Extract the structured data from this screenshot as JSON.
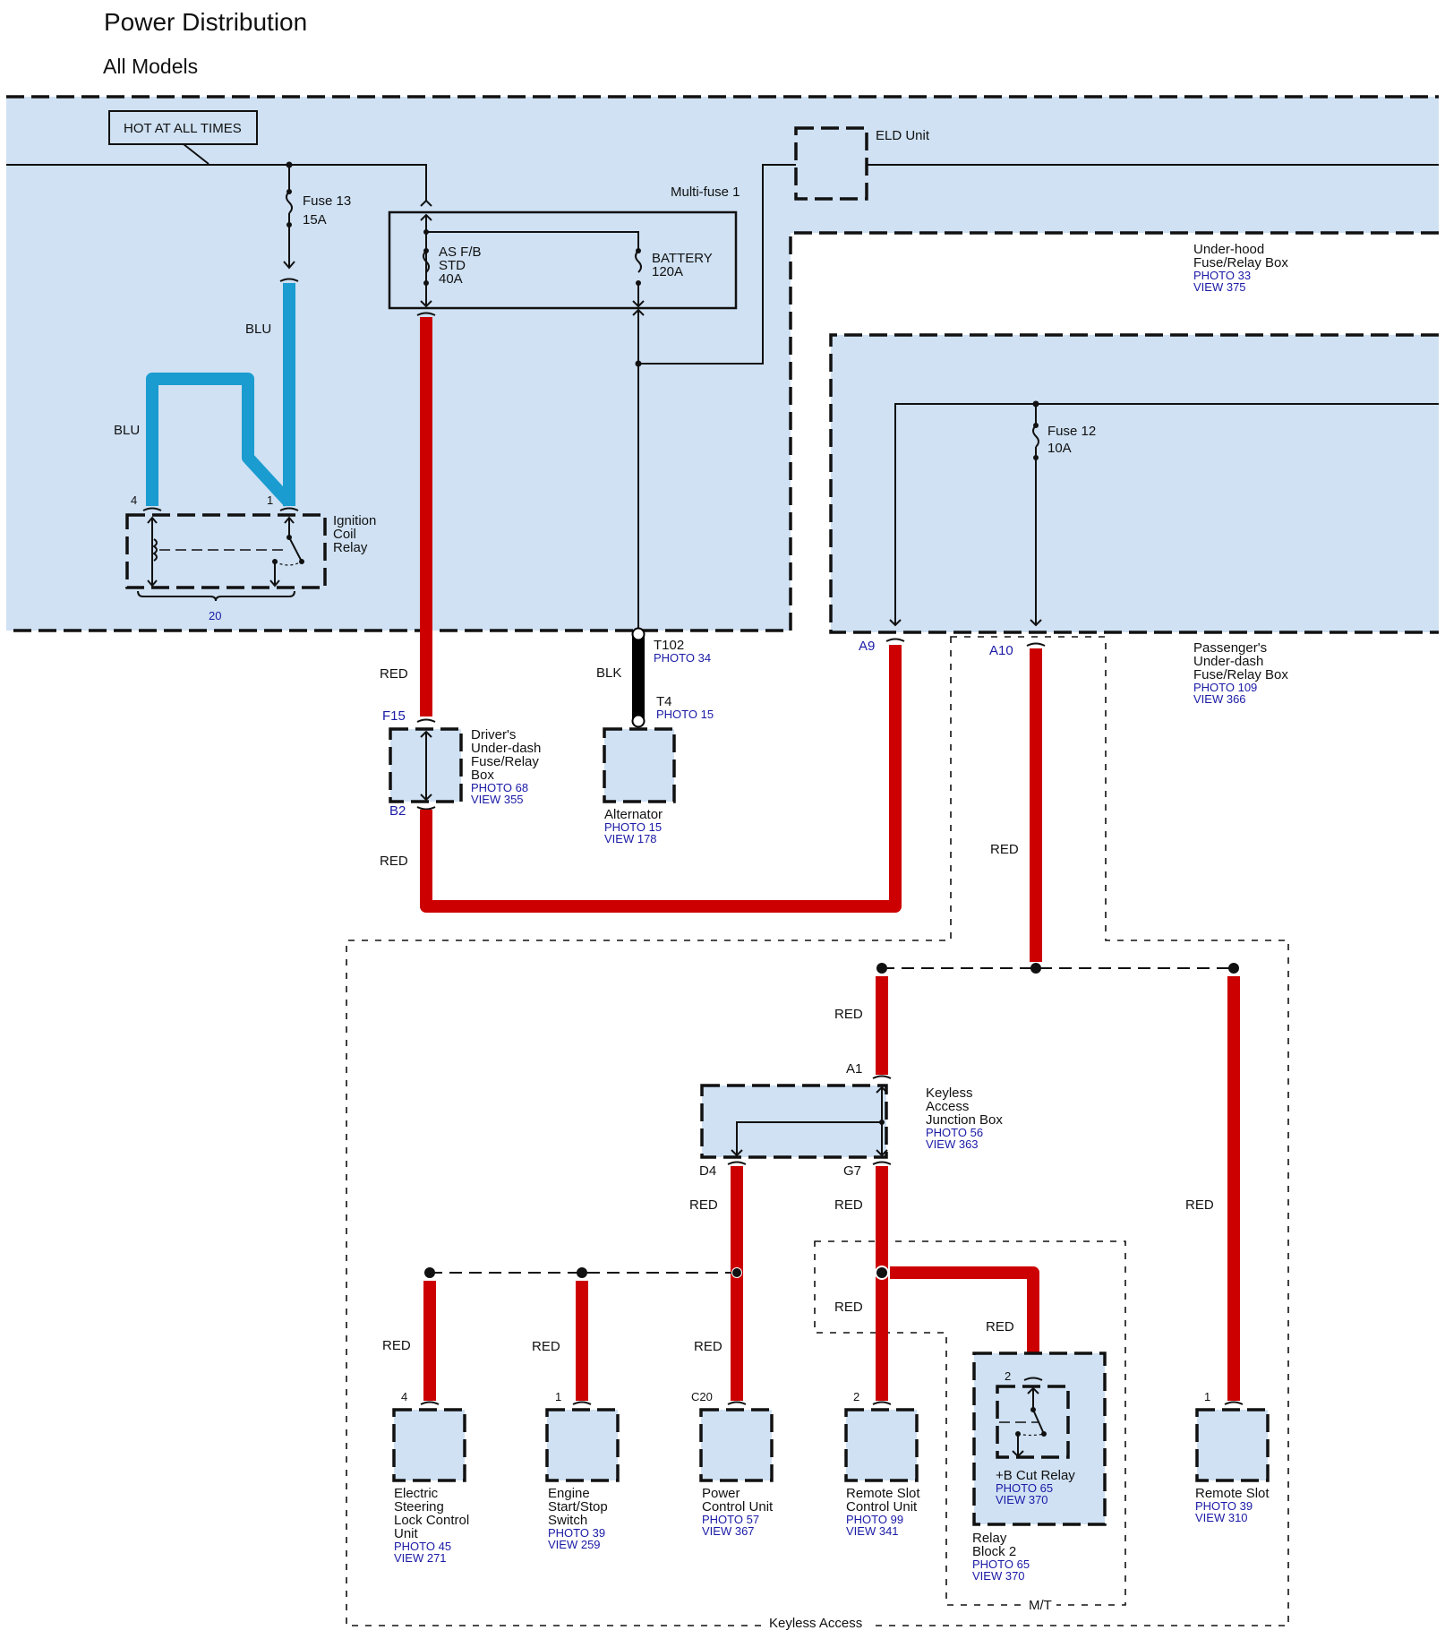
{
  "header": {
    "title": "Power Distribution",
    "subtitle": "All Models"
  },
  "colors": {
    "region_fill": "#cfe1f3",
    "wire_red": "#cc0000",
    "wire_blu": "#1a9cd0",
    "wire_blk": "#000000",
    "reference_text": "#1a1aa6"
  },
  "labels": {
    "hot_at_all_times": "HOT AT ALL TIMES",
    "fuse13_name": "Fuse 13",
    "fuse13_rating": "15A",
    "multifuse_name": "Multi-fuse 1",
    "asfb_line1": "AS F/B",
    "asfb_line2": "STD",
    "asfb_line3": "40A",
    "battery_line1": "BATTERY",
    "battery_line2": "120A",
    "eld_unit": "ELD Unit",
    "fuse12_name": "Fuse 12",
    "fuse12_rating": "10A"
  },
  "boxes": {
    "underhood": {
      "line1": "Under-hood",
      "line2": "Fuse/Relay Box",
      "photo": "PHOTO 33",
      "view": "VIEW 375"
    },
    "passenger": {
      "line1": "Passenger's",
      "line2": "Under-dash",
      "line3": "Fuse/Relay Box",
      "photo": "PHOTO 109",
      "view": "VIEW 366"
    },
    "ignition_relay": {
      "line1": "Ignition",
      "line2": "Coil",
      "line3": "Relay",
      "pin_left": "4",
      "pin_right": "1",
      "connector": "20"
    },
    "drivers": {
      "line1": "Driver's",
      "line2": "Under-dash",
      "line3": "Fuse/Relay",
      "line4": "Box",
      "photo": "PHOTO 68",
      "view": "VIEW 355",
      "pin_top": "F15",
      "pin_bottom": "B2"
    },
    "alternator": {
      "name": "Alternator",
      "photo": "PHOTO 15",
      "view": "VIEW 178"
    },
    "t102": {
      "name": "T102",
      "photo": "PHOTO 34"
    },
    "t4": {
      "name": "T4",
      "photo": "PHOTO 15"
    },
    "kajb": {
      "line1": "Keyless",
      "line2": "Access",
      "line3": "Junction Box",
      "photo": "PHOTO 56",
      "view": "VIEW 363",
      "pin_top": "A1",
      "pin_d4": "D4",
      "pin_g7": "G7"
    },
    "pins_passenger": {
      "a9": "A9",
      "a10": "A10"
    }
  },
  "wires": {
    "blu": "BLU",
    "red": "RED",
    "blk": "BLK"
  },
  "components": [
    {
      "pin": "4",
      "line1": "Electric",
      "line2": "Steering",
      "line3": "Lock Control",
      "line4": "Unit",
      "photo": "PHOTO 45",
      "view": "VIEW 271"
    },
    {
      "pin": "1",
      "line1": "Engine",
      "line2": "Start/Stop",
      "line3": "Switch",
      "photo": "PHOTO 39",
      "view": "VIEW 259"
    },
    {
      "pin": "C20",
      "line1": "Power",
      "line2": "Control Unit",
      "photo": "PHOTO 57",
      "view": "VIEW 367"
    },
    {
      "pin": "2",
      "line1": "Remote Slot",
      "line2": "Control Unit",
      "photo": "PHOTO 99",
      "view": "VIEW 341"
    },
    {
      "pin": "2",
      "line1": "+B Cut Relay",
      "photo": "PHOTO 65",
      "view": "VIEW 370"
    },
    {
      "pin": "1",
      "line1": "Remote Slot",
      "photo": "PHOTO 39",
      "view": "VIEW 310"
    }
  ],
  "relay_block": {
    "line1": "Relay",
    "line2": "Block 2",
    "photo": "PHOTO 65",
    "view": "VIEW 370"
  },
  "regions": {
    "keyless_access": "Keyless Access",
    "mt": "M/T"
  }
}
